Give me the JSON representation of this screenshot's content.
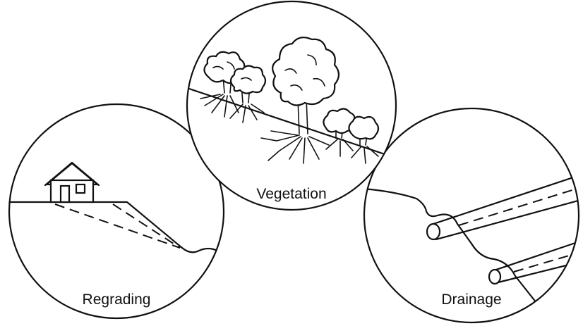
{
  "panels": [
    {
      "label": "Regrading"
    },
    {
      "label": "Vegetation"
    },
    {
      "label": "Drainage"
    }
  ]
}
